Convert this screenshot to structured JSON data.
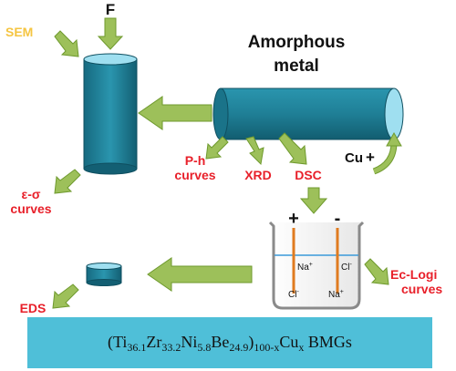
{
  "labels": {
    "force": "F",
    "sem": "SEM",
    "amorphous_line1": "Amorphous",
    "amorphous_line2": "metal",
    "strain_stress_line1": "ε-σ",
    "strain_stress_line2": "curves",
    "ph_line1": "P-h",
    "ph_line2": "curves",
    "xrd": "XRD",
    "dsc": "DSC",
    "cu": "Cu",
    "cu_sign": "+",
    "plus": "+",
    "minus": "-",
    "na_top": "Na",
    "cl_top": "Cl",
    "cl_bottom": "Cl",
    "na_bottom": "Na",
    "cation_sup": "+",
    "anion_sup": "-",
    "ec_line1": "Ec-Logi",
    "ec_line2": "curves",
    "eds": "EDS"
  },
  "banner": {
    "prefix": "(Ti",
    "ti_sub": "36.1",
    "zr": "Zr",
    "zr_sub": "33.2",
    "ni": "Ni",
    "ni_sub": "5.8",
    "be": "Be",
    "be_sub": "24.9",
    "close": ")",
    "close_sub": "100-x",
    "cu": "Cu",
    "cu_sub": "x",
    "suffix": " BMGs"
  },
  "colors": {
    "cylinder": "#1f7f96",
    "cylinder_top": "#9fdff0",
    "arrow_fill": "#9dc05a",
    "arrow_stroke": "#6f9a2e",
    "label_red": "#e8202a",
    "label_yellow": "#f5c542",
    "banner_bg": "#4fbfd8",
    "electrode": "#e07b20",
    "water_line": "#3a9ad9"
  }
}
